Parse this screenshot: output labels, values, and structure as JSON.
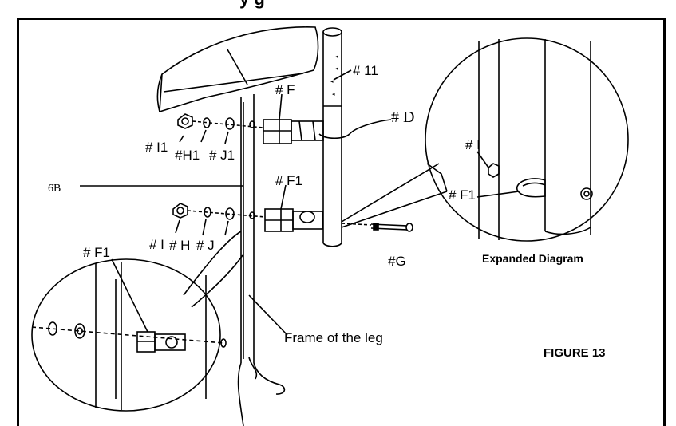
{
  "header": {
    "partial_title": "y g"
  },
  "labels": {
    "frame_6b": "6B",
    "i1": "# I1",
    "h1": "#H1",
    "j1": "# J1",
    "f": "# F",
    "part_11": "# 11",
    "d": "# D",
    "f1_upper": "# F1",
    "i": "# I",
    "h": "# H",
    "j": "# J",
    "g": "#G",
    "f1_inset": "# F1",
    "frame_leg": "Frame of the leg",
    "exp_i": "# I",
    "exp_f1": "# F1",
    "expanded_caption": "Expanded Diagram",
    "figure": "FIGURE 13"
  }
}
